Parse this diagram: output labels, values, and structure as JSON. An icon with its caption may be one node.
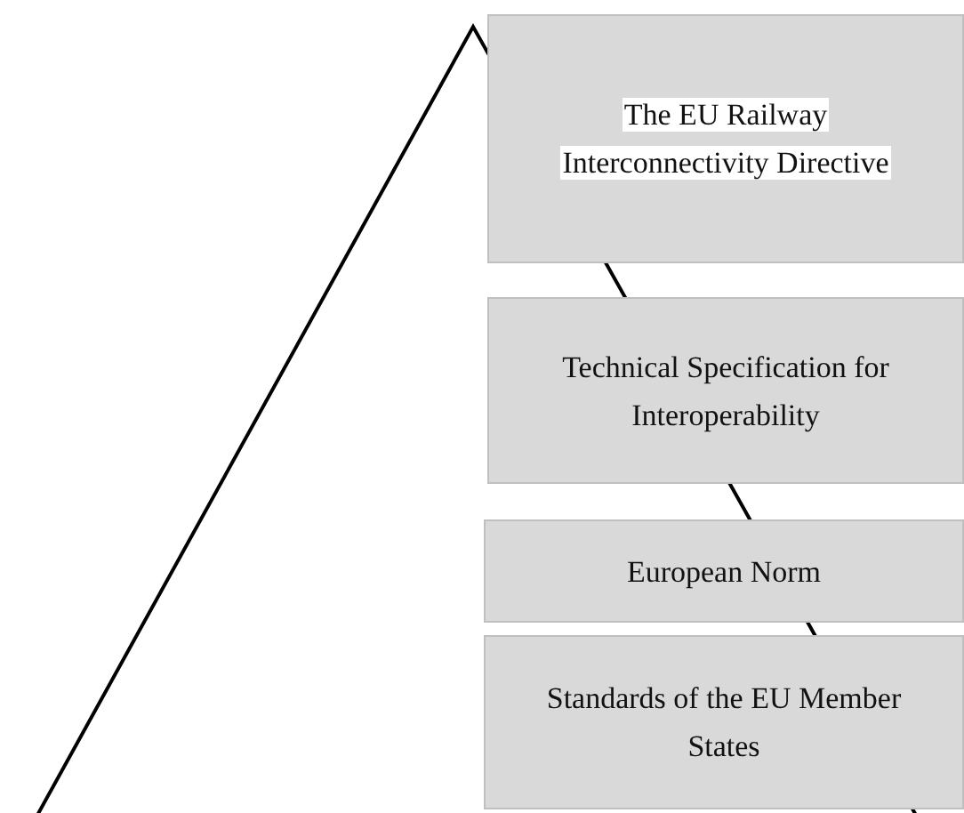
{
  "diagram": {
    "nodes": [
      {
        "text": [
          "The EU Railway Interconnectivity Directive"
        ]
      },
      {
        "text": [
          "Technical Specification for Interoperability"
        ]
      },
      {
        "text": [
          "European Norm"
        ]
      },
      {
        "text": [
          "Standards of the EU Member States"
        ]
      }
    ]
  }
}
